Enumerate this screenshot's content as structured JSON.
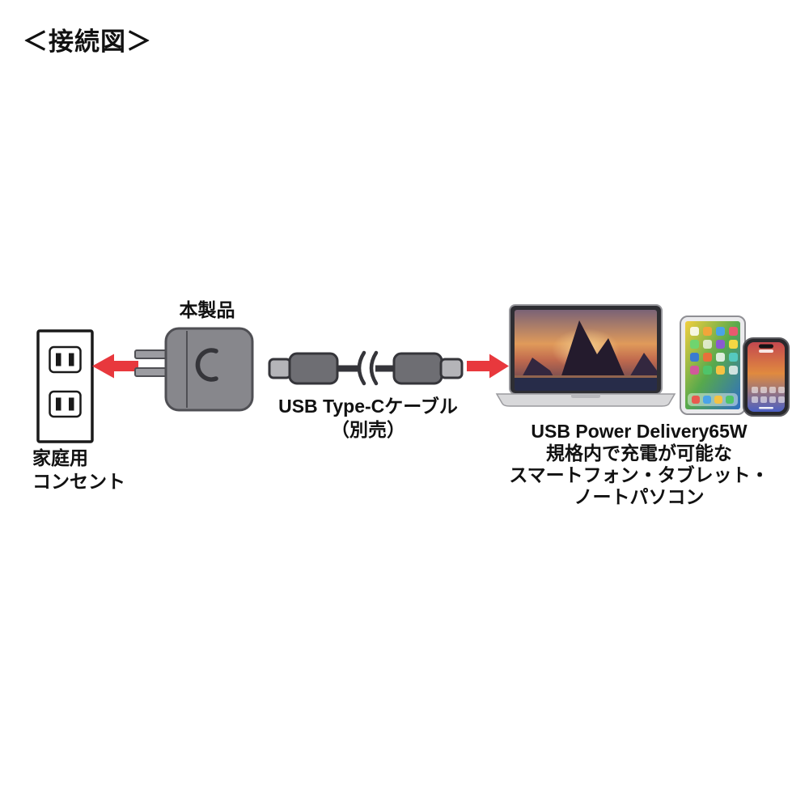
{
  "title": "＜接続図＞",
  "outlet": {
    "label": [
      "家庭用",
      "コンセント"
    ]
  },
  "charger": {
    "label": "本製品"
  },
  "cable": {
    "label": "USB Type-Cケーブル",
    "note": "（別売）"
  },
  "devices": {
    "caption": [
      "USB Power Delivery65W",
      "規格内で充電が可能な",
      "スマートフォン・タブレット・",
      "ノートパソコン"
    ]
  },
  "icons": {
    "arrow_left": "red-arrow-left",
    "arrow_right": "red-arrow-right"
  },
  "colors": {
    "arrow_red": "#e8383d",
    "charger_body": "#87878c",
    "outline_dark": "#4f4f54",
    "text_black": "#111111"
  }
}
